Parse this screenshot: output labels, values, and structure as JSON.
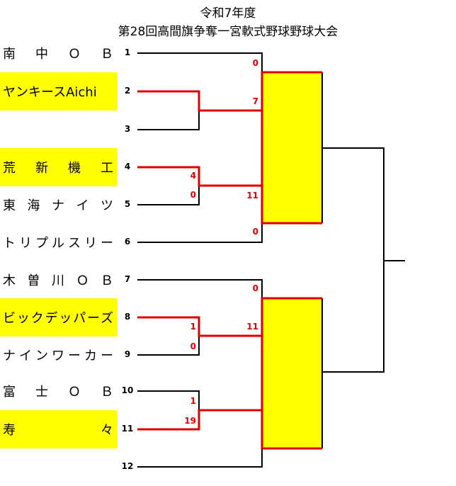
{
  "title": {
    "line1": "令和7年度",
    "line2": "第28回高間旗争奪一宮軟式野球野球大会"
  },
  "teams": [
    {
      "seed": "1",
      "name": "南 中 Ｏ Ｂ",
      "advanced": false
    },
    {
      "seed": "2",
      "name": "ヤンキースAichi",
      "advanced": true
    },
    {
      "seed": "3",
      "name": "",
      "advanced": false
    },
    {
      "seed": "4",
      "name": "荒 新 機 工",
      "advanced": true
    },
    {
      "seed": "5",
      "name": "東 海 ナ イ ツ",
      "advanced": false
    },
    {
      "seed": "6",
      "name": "トリプルスリー",
      "advanced": false
    },
    {
      "seed": "7",
      "name": "木 曽 川 Ｏ Ｂ",
      "advanced": false
    },
    {
      "seed": "8",
      "name": "ビックデッパーズ",
      "advanced": true
    },
    {
      "seed": "9",
      "name": "ナインワーカー",
      "advanced": false
    },
    {
      "seed": "10",
      "name": "富 士 Ｏ Ｂ",
      "advanced": false
    },
    {
      "seed": "11",
      "name": "寿 々",
      "advanced": true
    },
    {
      "seed": "12",
      "name": "",
      "advanced": false
    }
  ],
  "scores": {
    "s1": "0",
    "s2": "7",
    "s4": "4",
    "s5": "0",
    "s45": "11",
    "s6": "0",
    "s7": "0",
    "s8": "1",
    "s9": "0",
    "s89": "11",
    "s10": "1",
    "s11": "19"
  },
  "colors": {
    "winner_line": "#e00000",
    "winner_fill": "#ffff00",
    "line": "#000000"
  }
}
